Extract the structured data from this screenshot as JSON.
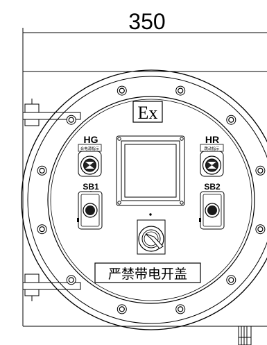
{
  "dimension": {
    "width_label": "350"
  },
  "marking": {
    "ex": "Ex"
  },
  "indicators": {
    "left": {
      "tag": "HG",
      "caption": "合电源指示"
    },
    "right": {
      "tag": "HR",
      "caption": "跳动指示"
    }
  },
  "buttons": {
    "left": {
      "tag": "SB1"
    },
    "right": {
      "tag": "SB2"
    }
  },
  "warning": {
    "text": "严禁带电开盖"
  },
  "colors": {
    "line": "#000000",
    "background": "#ffffff"
  }
}
